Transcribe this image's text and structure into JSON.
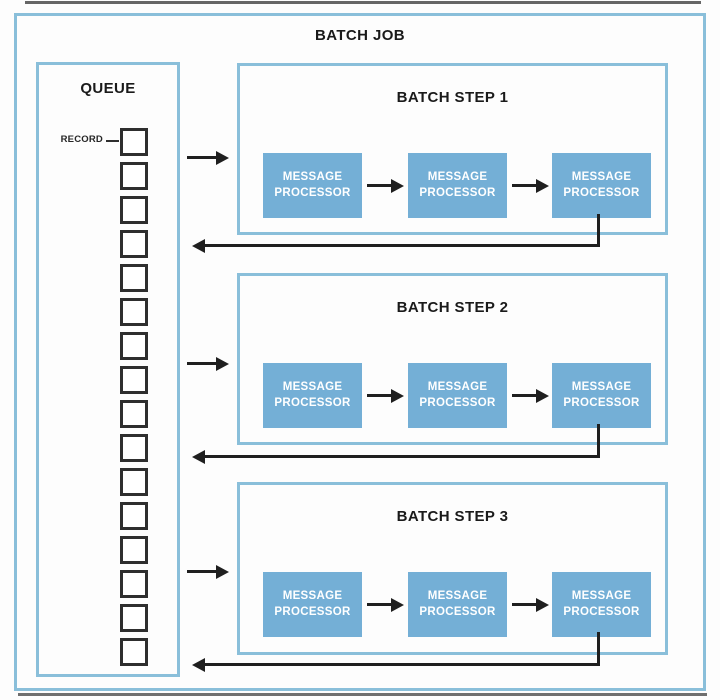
{
  "title": "BATCH JOB",
  "queue": {
    "title": "QUEUE",
    "record_label": "RECORD",
    "record_count": 16
  },
  "steps": [
    {
      "title": "BATCH STEP 1",
      "processors": [
        "MESSAGE PROCESSOR",
        "MESSAGE PROCESSOR",
        "MESSAGE PROCESSOR"
      ]
    },
    {
      "title": "BATCH STEP 2",
      "processors": [
        "MESSAGE PROCESSOR",
        "MESSAGE PROCESSOR",
        "MESSAGE PROCESSOR"
      ]
    },
    {
      "title": "BATCH STEP 3",
      "processors": [
        "MESSAGE PROCESSOR",
        "MESSAGE PROCESSOR",
        "MESSAGE PROCESSOR"
      ]
    }
  ],
  "colors": {
    "accent_blue": "#8abfda",
    "processor_fill": "#74afd6",
    "processor_text": "#ffffff",
    "line_dark": "#1f1f1f",
    "text_dark": "#1a1a1a",
    "record_border": "#2e2e2e",
    "background": "#fdfdfd"
  }
}
